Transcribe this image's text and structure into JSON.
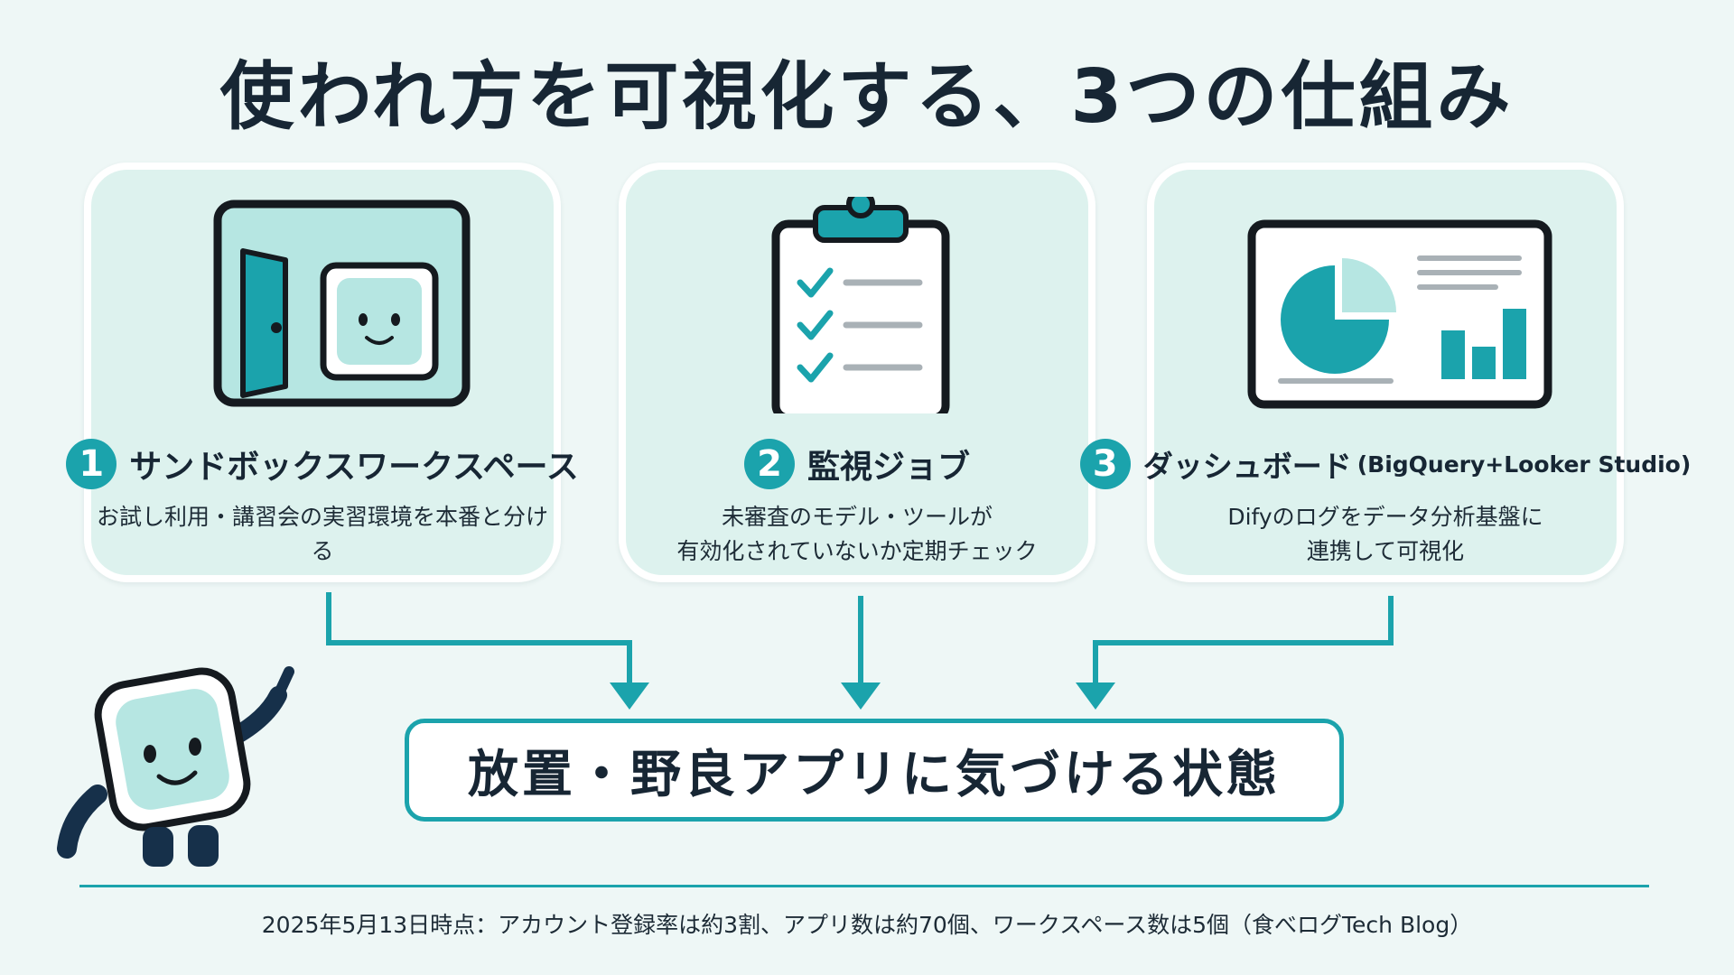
{
  "title": "使われ方を可視化する、3つの仕組み",
  "cards": [
    {
      "number": "1",
      "title": "サンドボックスワークスペース",
      "title_sub": "",
      "desc_line1": "お試し利用・講習会の実習環境を本番と分ける",
      "desc_line2": "",
      "icon": "sandbox-workspace-icon"
    },
    {
      "number": "2",
      "title": "監視ジョブ",
      "title_sub": "",
      "desc_line1": "未審査のモデル・ツールが",
      "desc_line2": "有効化されていないか定期チェック",
      "icon": "clipboard-checklist-icon"
    },
    {
      "number": "3",
      "title": "ダッシュボード",
      "title_sub": "(BigQuery+Looker Studio)",
      "desc_line1": "Difyのログをデータ分析基盤に",
      "desc_line2": "連携して可視化",
      "icon": "dashboard-chart-icon"
    }
  ],
  "result": "放置・野良アプリに気づける状態",
  "footnote": "2025年5月13日時点：アカウント登録率は約3割、アプリ数は約70個、ワークスペース数は5個（食べログTech Blog）",
  "colors": {
    "accent": "#1ba3ac",
    "accent_light": "#b6e6e2",
    "card_bg": "#ddf2ee",
    "page_bg": "#eef7f6",
    "ink": "#172634",
    "navy": "#16304a"
  }
}
